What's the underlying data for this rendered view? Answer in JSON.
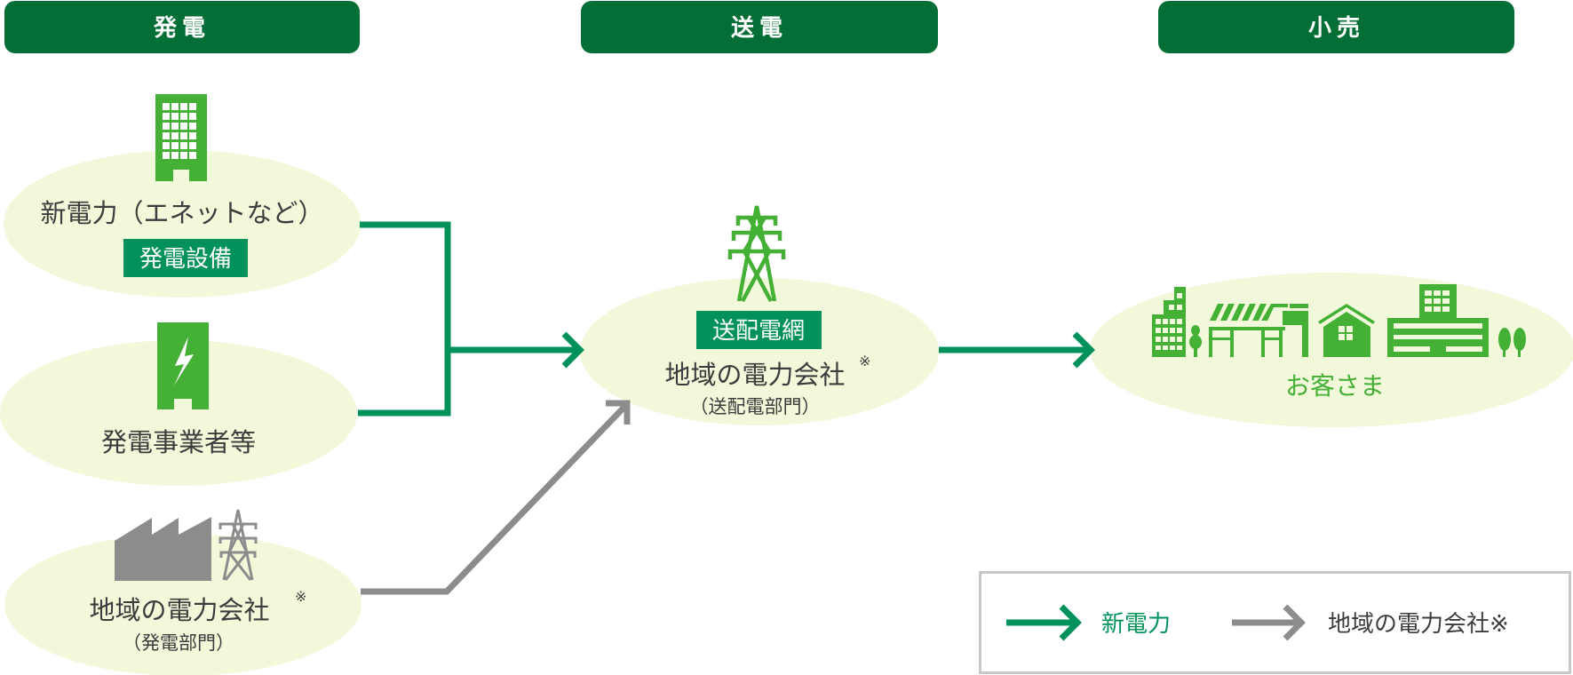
{
  "headers": [
    {
      "label": "発電"
    },
    {
      "label": "送電"
    },
    {
      "label": "小売"
    }
  ],
  "nodes": {
    "new_power": {
      "title": "新電力（エネットなど）",
      "badge": "発電設備",
      "icon": "office-building-icon"
    },
    "generators": {
      "title": "発電事業者等",
      "icon": "power-plant-lightning-icon"
    },
    "regional_generation": {
      "title": "地域の電力会社",
      "note_mark": "※",
      "subtitle": "（発電部門）",
      "icons": [
        "factory-icon",
        "transmission-tower-icon"
      ]
    },
    "transmission": {
      "badge": "送配電網",
      "title": "地域の電力会社",
      "note_mark": "※",
      "subtitle": "（送配電部門）",
      "icon": "transmission-tower-icon"
    },
    "customers": {
      "title": "お客さま",
      "icons": [
        "office-building-icon",
        "tree-icon",
        "shop-icon",
        "house-icon",
        "large-building-icon",
        "tree-icon"
      ]
    }
  },
  "legend": {
    "items": [
      {
        "label": "新電力",
        "color": "#00925a"
      },
      {
        "label": "地域の電力会社※",
        "color": "#8c8c8c"
      }
    ]
  },
  "colors": {
    "header_bg": "#036e36",
    "ellipse_fill": "#f2f8da",
    "new_power_line": "#00925a",
    "regional_line": "#8c8c8c",
    "icon_green": "#44b035",
    "badge_bg": "#00925a",
    "text": "#3c3c3c"
  }
}
